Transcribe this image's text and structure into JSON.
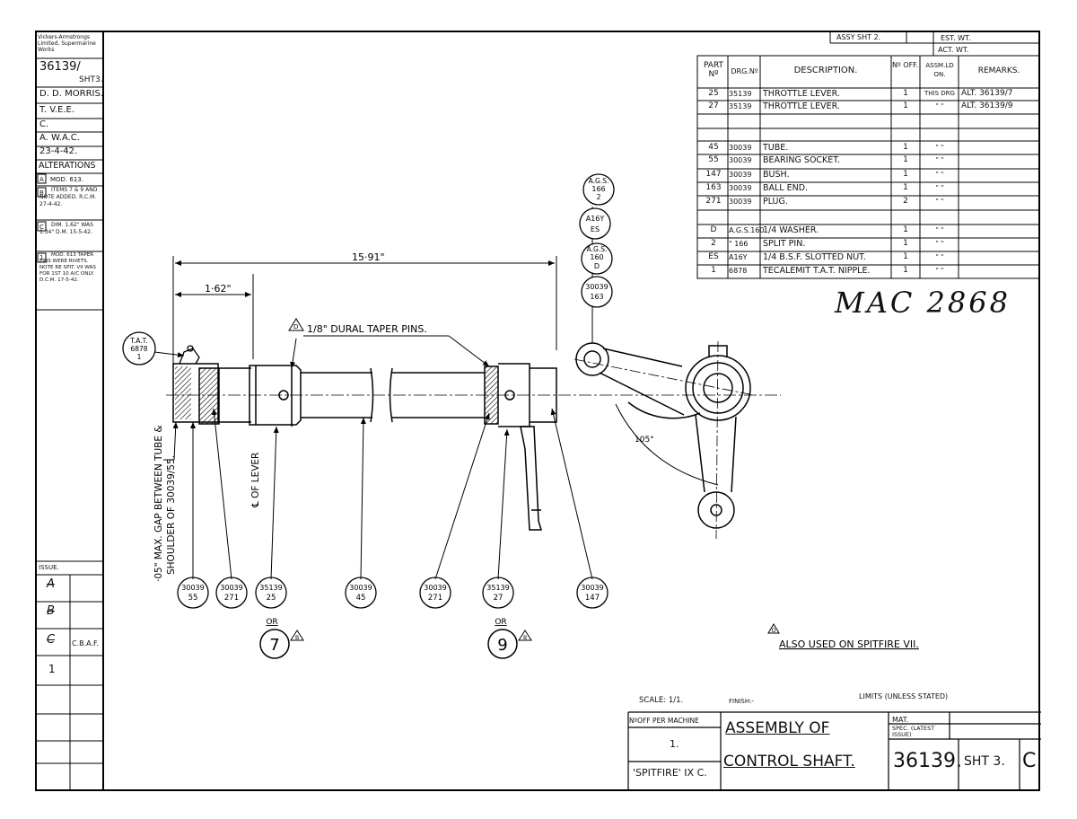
{
  "left_panel": {
    "company": "Vickers-Armstrongs Limited, Supermarine Works",
    "drawing_no": "36139/",
    "sheet_ref": "SHT3.",
    "drawn_by": "D. D. MORRIS.",
    "traced_by": "T. V.E.E.",
    "checked_label": "C.",
    "approved_by": "A. W.A.C.",
    "date": "23-4-42.",
    "alterations_label": "ALTERATIONS",
    "alterations": [
      {
        "letter": "A",
        "text": "MOD. 613."
      },
      {
        "letter": "B",
        "text": "ITEMS 7 & 9 AND NOTE ADDED. R.C.M. 27-4-42."
      },
      {
        "letter": "C",
        "text": "DIM. 1.62\" WAS 1.34\" D.M. 15-5-42."
      },
      {
        "letter": "1",
        "text": "MOD. 613 TAPER PINS WERE RIVETS. NOTE RE SPIT. VII WAS FOR 1ST 10 A/C ONLY. D.C.M. 17-5-42."
      }
    ],
    "issue_label": "ISSUE.",
    "issues": [
      {
        "mark": "A",
        "sig": ""
      },
      {
        "mark": "B",
        "sig": ""
      },
      {
        "mark": "C",
        "sig": "C.B.A.F."
      },
      {
        "mark": "1",
        "sig": ""
      }
    ]
  },
  "parts_table": {
    "assy_label": "ASSY SHT 2.",
    "est_wt": "EST. WT.",
    "act_wt": "ACT. WT.",
    "headers": [
      "PART Nº",
      "DRG.Nº",
      "DESCRIPTION.",
      "Nº OFF.",
      "ASSM.LD ON.",
      "REMARKS."
    ],
    "rows": [
      [
        "25",
        "35139",
        "THROTTLE LEVER.",
        "1",
        "THIS DRG",
        "ALT. 36139/7"
      ],
      [
        "27",
        "35139",
        "THROTTLE LEVER.",
        "1",
        "\"  \"",
        "ALT. 36139/9"
      ],
      [
        "",
        "",
        "",
        "",
        "",
        ""
      ],
      [
        "",
        "",
        "",
        "",
        "",
        ""
      ],
      [
        "45",
        "30039",
        "TUBE.",
        "1",
        "\"  \"",
        ""
      ],
      [
        "55",
        "30039",
        "BEARING SOCKET.",
        "1",
        "\"  \"",
        ""
      ],
      [
        "147",
        "30039",
        "BUSH.",
        "1",
        "\"  \"",
        ""
      ],
      [
        "163",
        "30039",
        "BALL END.",
        "1",
        "\"  \"",
        ""
      ],
      [
        "271",
        "30039",
        "PLUG.",
        "2",
        "\"  \"",
        ""
      ],
      [
        "",
        "",
        "",
        "",
        "",
        ""
      ],
      [
        "D",
        "A.G.S.160",
        "1/4 WASHER.",
        "1",
        "\"  \"",
        ""
      ],
      [
        "2",
        "\" 166",
        "SPLIT PIN.",
        "1",
        "\"  \"",
        ""
      ],
      [
        "ES",
        "A16Y",
        "1/4 B.S.F. SLOTTED NUT.",
        "1",
        "\"  \"",
        ""
      ],
      [
        "1",
        "6878",
        "TECALEMIT T.A.T. NIPPLE.",
        "1",
        "\"  \"",
        ""
      ]
    ]
  },
  "handwritten": "MAC 2868",
  "drawing": {
    "dim_overall": "15·91\"",
    "dim_lever": "1·62\"",
    "taper_note": "1/8\" DURAL TAPER PINS.",
    "taper_marker": "D",
    "gap_note_1": "·05\" MAX. GAP BETWEEN TUBE &",
    "gap_note_2": "SHOULDER OF 30039/55.",
    "lever_centre": "℄ OF LEVER",
    "angle": "105°",
    "tat_bubble": [
      "T.A.T.",
      "6878",
      "1"
    ],
    "side_bubbles": [
      [
        "A.G.S.",
        "166",
        "2"
      ],
      [
        "A16Y",
        "ES"
      ],
      [
        "A.G.S.",
        "160",
        "D"
      ],
      [
        "30039",
        "163"
      ]
    ],
    "bottom_bubbles": [
      [
        "30039",
        "55"
      ],
      [
        "30039",
        "271"
      ],
      [
        "35139",
        "25"
      ],
      [
        "30039",
        "45"
      ],
      [
        "30039",
        "271"
      ],
      [
        "35139",
        "27"
      ],
      [
        "30039",
        "147"
      ]
    ],
    "or_label": "OR",
    "alt_items": [
      "7",
      "9"
    ],
    "alt_marker": "B",
    "note_marker": "D",
    "also_used": "ALSO USED ON SPITFIRE VII."
  },
  "title_block": {
    "scale": "SCALE: 1/1.",
    "finish": "FINISH:-",
    "limits": "LIMITS (UNLESS STATED)",
    "noff_label": "NºOFF PER MACHINE",
    "noff_value": "1.",
    "aircraft": "'SPITFIRE' IX C.",
    "title_1": "ASSEMBLY OF",
    "title_2": "CONTROL SHAFT.",
    "mat": "MAT.",
    "spec": "SPEC. (LATEST ISSUE)",
    "drawing_number": "36139.",
    "sheet": "SHT 3.",
    "issue_letter": "C"
  }
}
